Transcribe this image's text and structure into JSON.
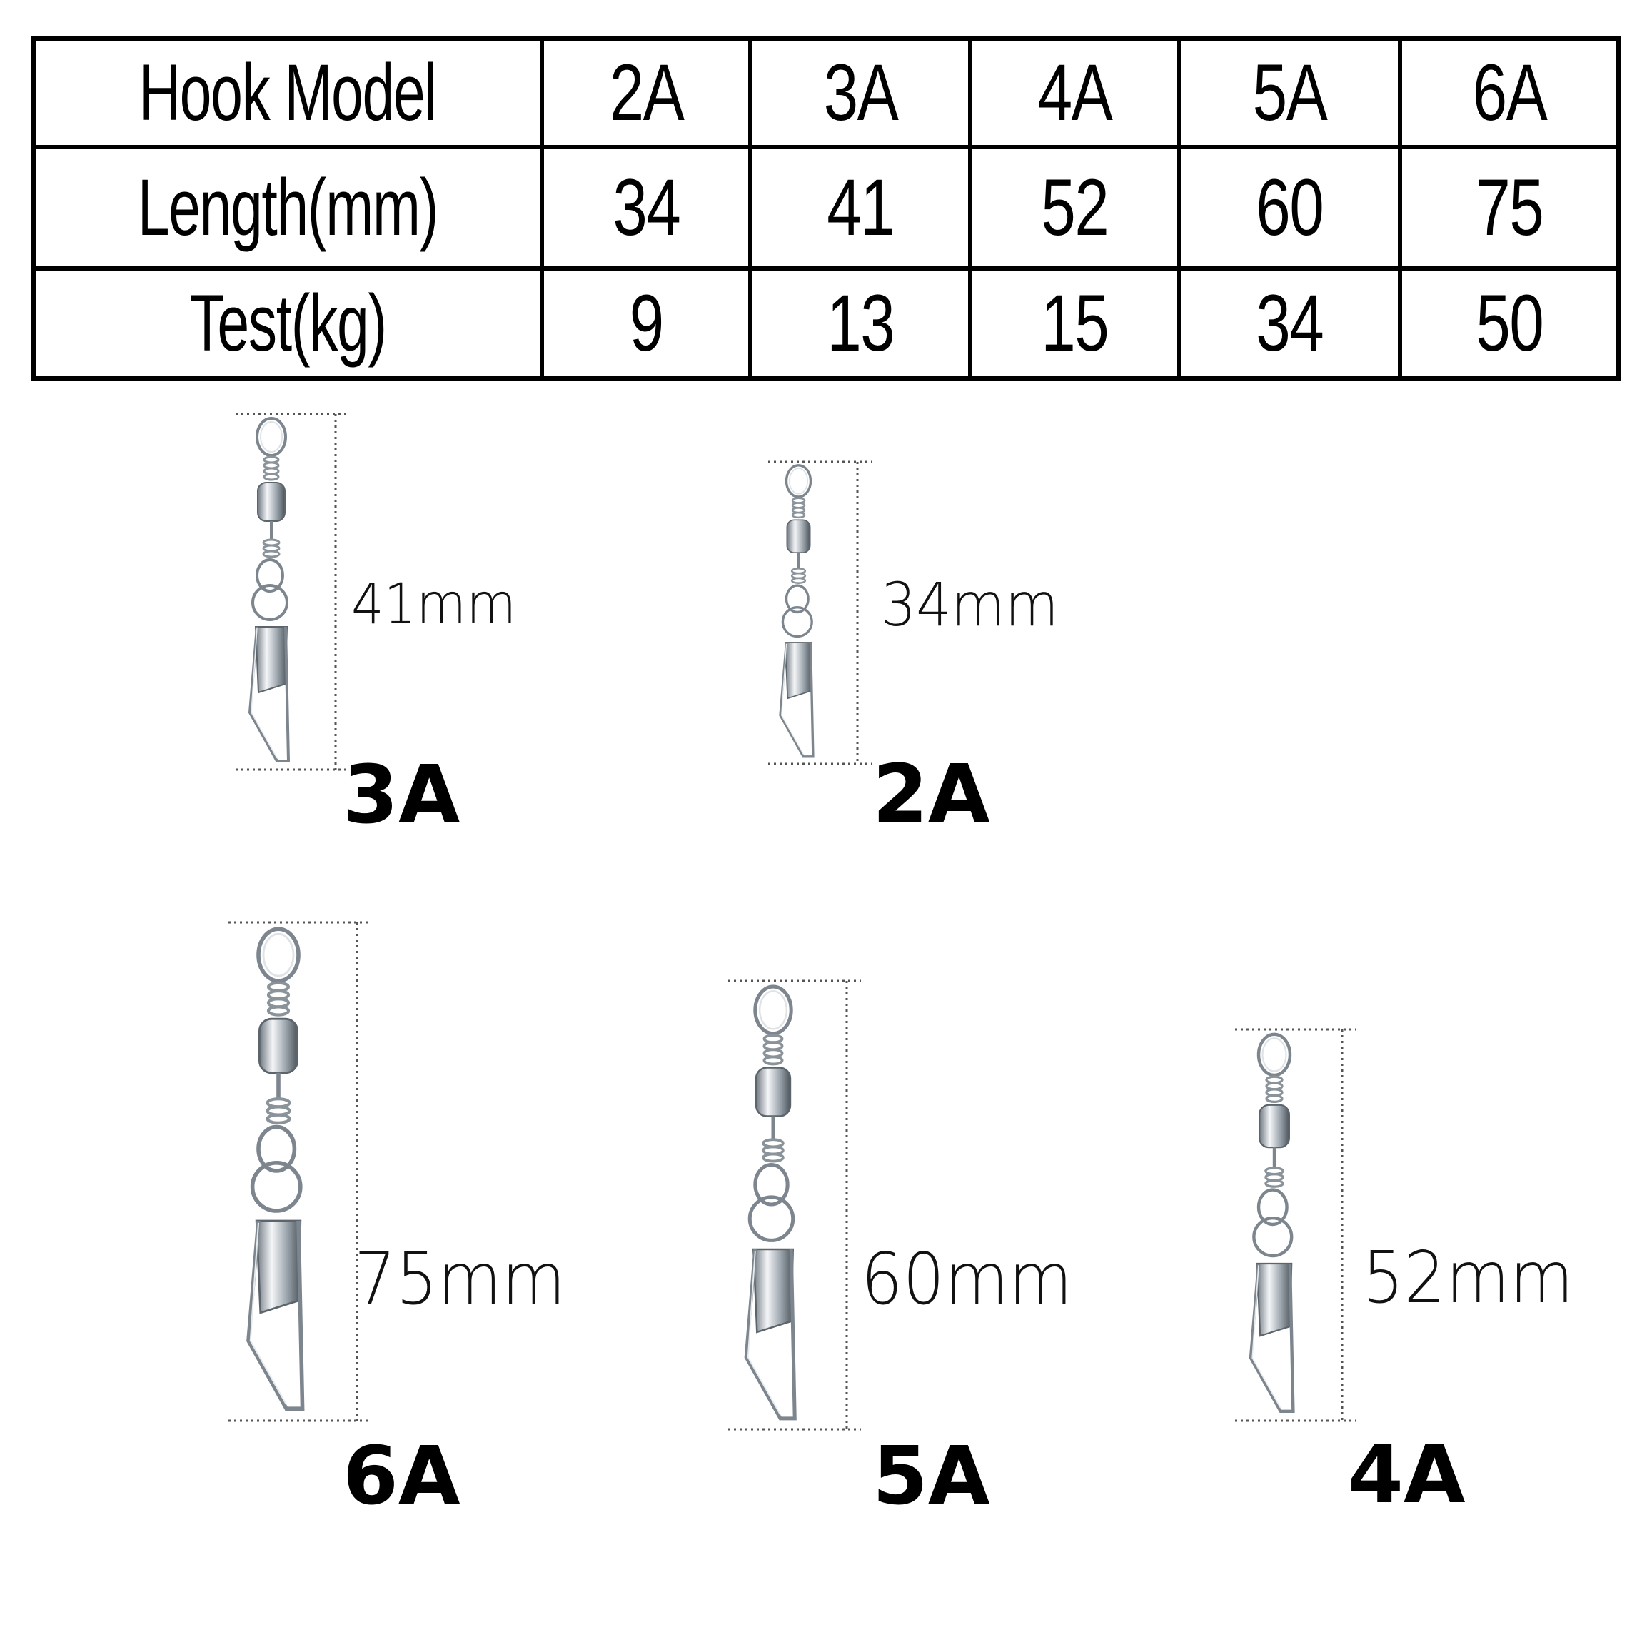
{
  "table": {
    "row_headers": [
      "Hook Model",
      "Length(mm)",
      "Test(kg)"
    ],
    "models": [
      "2A",
      "3A",
      "4A",
      "5A",
      "6A"
    ],
    "lengths": [
      "34",
      "41",
      "52",
      "60",
      "75"
    ],
    "tests": [
      "9",
      "13",
      "15",
      "34",
      "50"
    ]
  },
  "products": [
    {
      "model": "3A",
      "length_label": "41mm"
    },
    {
      "model": "2A",
      "length_label": "34mm"
    },
    {
      "model": "6A",
      "length_label": "75mm"
    },
    {
      "model": "5A",
      "length_label": "60mm"
    },
    {
      "model": "4A",
      "length_label": "52mm"
    }
  ]
}
